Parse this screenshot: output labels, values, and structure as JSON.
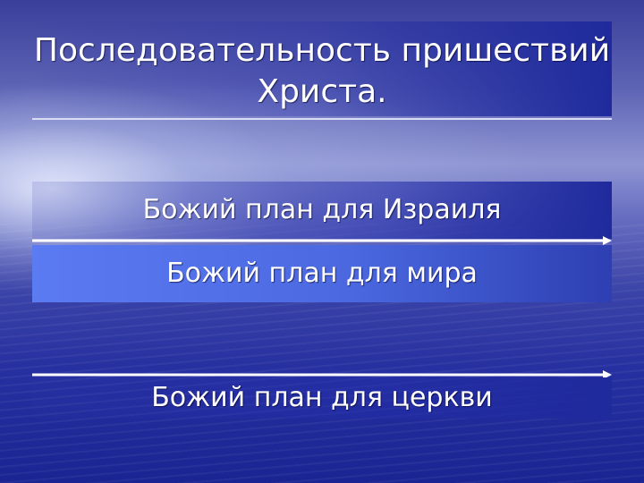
{
  "slide": {
    "title": "Последовательность пришествий Христа.",
    "bars": [
      {
        "label": "Божий план для Израиля"
      },
      {
        "label": "Божий план для мира"
      },
      {
        "label": "Божий план для церкви"
      }
    ]
  }
}
